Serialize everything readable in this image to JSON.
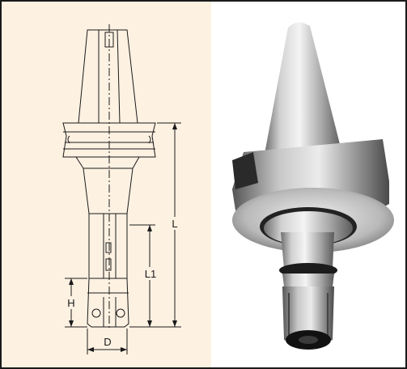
{
  "figure": {
    "dimension_labels": {
      "L": "L",
      "L1": "L1",
      "H": "H",
      "D": "D"
    }
  },
  "colors": {
    "drawing_background": "#fdf1e2",
    "photo_background": "#ffffff",
    "line_color": "#1a1a1a"
  }
}
